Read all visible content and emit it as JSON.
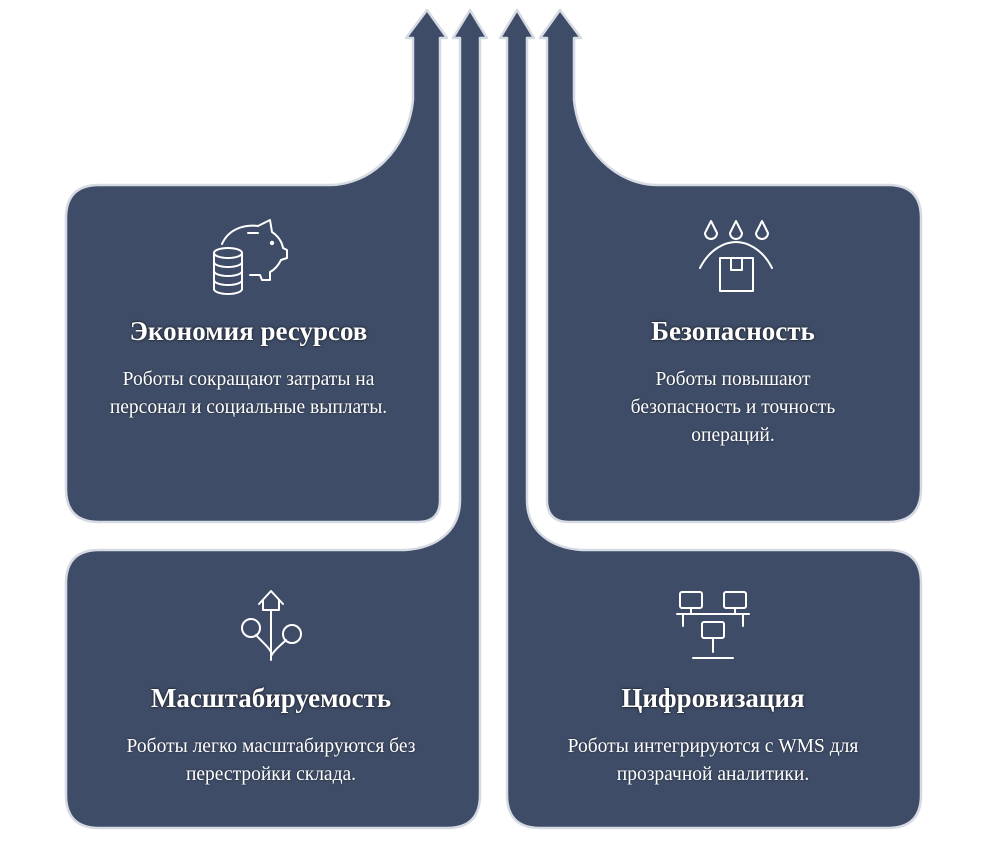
{
  "cards": [
    {
      "title": "Экономия ресурсов",
      "description": "Роботы сокращают затраты на персонал и социальные выплаты.",
      "icon": "piggy-bank-coins-icon"
    },
    {
      "title": "Безопасность",
      "description": "Роботы повышают безопасность и точность операций.",
      "icon": "box-protected-from-drops-icon"
    },
    {
      "title": "Масштабируемость",
      "description": "Роботы легко масштабируются без перестройки склада.",
      "icon": "growth-plant-arrow-icon"
    },
    {
      "title": "Цифровизация",
      "description": "Роботы интегрируются с WMS для прозрачной аналитики.",
      "icon": "networked-computers-icon"
    }
  ],
  "colors": {
    "card_fill": "#3e4c67",
    "outline": "#d6dae2",
    "text": "#ffffff",
    "background": "#ffffff"
  }
}
